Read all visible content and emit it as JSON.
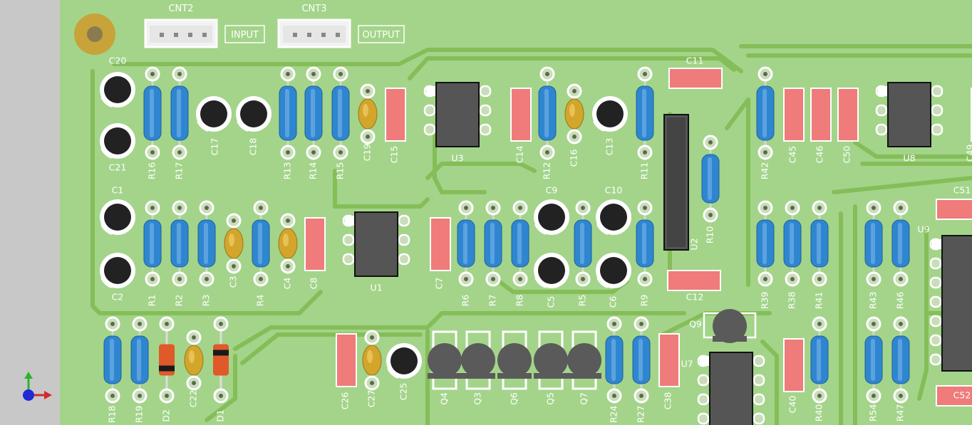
{
  "colors": {
    "board": "#a3d48a",
    "copper": "#85bd58",
    "silk": "#ffffff",
    "pad": "#ffffff",
    "smd": "#ef7b7b",
    "resistor": "#2f86d0",
    "ic": "#555555",
    "mount_hole": "#c7a33a"
  },
  "connectors": [
    {
      "ref": "CNT2",
      "label": "INPUT"
    },
    {
      "ref": "CNT3",
      "label": "OUTPUT"
    }
  ],
  "resistors": [
    {
      "ref": "R16"
    },
    {
      "ref": "R17"
    },
    {
      "ref": "R13"
    },
    {
      "ref": "R14"
    },
    {
      "ref": "R15"
    },
    {
      "ref": "R12"
    },
    {
      "ref": "R11"
    },
    {
      "ref": "R10"
    },
    {
      "ref": "R42"
    },
    {
      "ref": "R1"
    },
    {
      "ref": "R2"
    },
    {
      "ref": "R3"
    },
    {
      "ref": "R4"
    },
    {
      "ref": "R6"
    },
    {
      "ref": "R7"
    },
    {
      "ref": "R8"
    },
    {
      "ref": "R5"
    },
    {
      "ref": "R9"
    },
    {
      "ref": "R39"
    },
    {
      "ref": "R38"
    },
    {
      "ref": "R41"
    },
    {
      "ref": "R43"
    },
    {
      "ref": "R46"
    },
    {
      "ref": "R18"
    },
    {
      "ref": "R19"
    },
    {
      "ref": "R24"
    },
    {
      "ref": "R27"
    },
    {
      "ref": "R40"
    },
    {
      "ref": "R54"
    },
    {
      "ref": "R47"
    }
  ],
  "electrolytic_caps": [
    {
      "ref": "C20"
    },
    {
      "ref": "C21"
    },
    {
      "ref": "C17"
    },
    {
      "ref": "C18"
    },
    {
      "ref": "C13"
    },
    {
      "ref": "C1"
    },
    {
      "ref": "C2"
    },
    {
      "ref": "C9"
    },
    {
      "ref": "C10"
    },
    {
      "ref": "C5"
    },
    {
      "ref": "C6"
    },
    {
      "ref": "C25"
    }
  ],
  "ceramic_caps": [
    {
      "ref": "C19"
    },
    {
      "ref": "C16"
    },
    {
      "ref": "C3"
    },
    {
      "ref": "C4"
    },
    {
      "ref": "C22"
    },
    {
      "ref": "C27"
    }
  ],
  "smd_caps": [
    {
      "ref": "C15"
    },
    {
      "ref": "C14"
    },
    {
      "ref": "C11"
    },
    {
      "ref": "C45"
    },
    {
      "ref": "C46"
    },
    {
      "ref": "C50"
    },
    {
      "ref": "C8"
    },
    {
      "ref": "C7"
    },
    {
      "ref": "C12"
    },
    {
      "ref": "C51"
    },
    {
      "ref": "C26"
    },
    {
      "ref": "C38"
    },
    {
      "ref": "C40"
    },
    {
      "ref": "C52"
    },
    {
      "ref": "C49"
    }
  ],
  "ics": [
    {
      "ref": "U3"
    },
    {
      "ref": "U1"
    },
    {
      "ref": "U2"
    },
    {
      "ref": "U8"
    },
    {
      "ref": "U9"
    },
    {
      "ref": "U7"
    }
  ],
  "transistors": [
    {
      "ref": "Q4"
    },
    {
      "ref": "Q3"
    },
    {
      "ref": "Q6"
    },
    {
      "ref": "Q5"
    },
    {
      "ref": "Q7"
    },
    {
      "ref": "Q9"
    }
  ],
  "diodes": [
    {
      "ref": "D2"
    },
    {
      "ref": "D1"
    }
  ]
}
